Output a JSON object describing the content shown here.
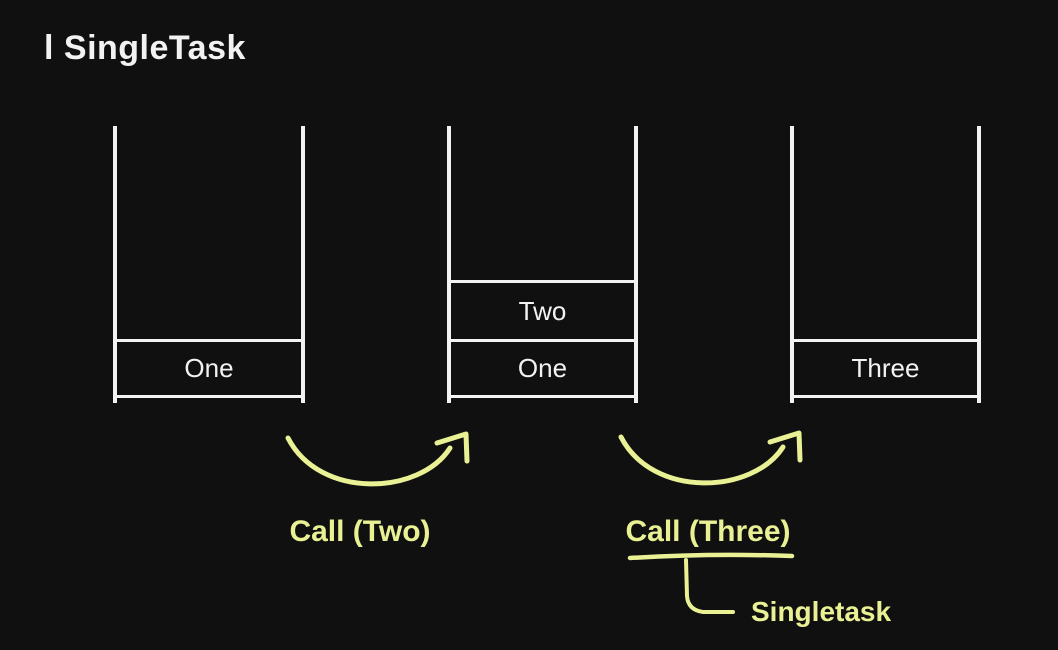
{
  "title": "l SingleTask",
  "colors": {
    "background": "#101010",
    "foreground": "#f2f2f2",
    "accent": "#e9f194"
  },
  "stacks": [
    {
      "name": "task-stack-1",
      "items": [
        "One"
      ]
    },
    {
      "name": "task-stack-2",
      "items": [
        "Two",
        "One"
      ]
    },
    {
      "name": "task-stack-3",
      "items": [
        "Three"
      ]
    }
  ],
  "annotations": {
    "call_two": "Call (Two)",
    "call_three": "Call (Three)",
    "singletask": "Singletask"
  }
}
